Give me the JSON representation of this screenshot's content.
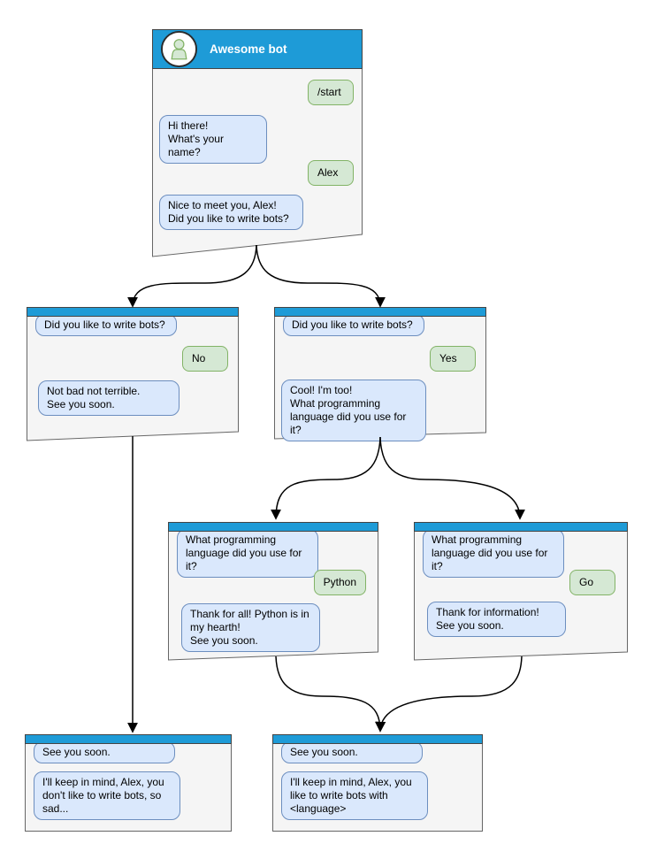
{
  "colors": {
    "header_blue": "#1E9BD7",
    "window_fill": "#F5F5F5",
    "window_border": "#666666",
    "bot_bubble_fill": "#DAE8FC",
    "bot_bubble_border": "#6C8EBF",
    "user_bubble_fill": "#D5E8D4",
    "user_bubble_border": "#82B366",
    "connector": "#000000",
    "title_text": "#FFFFFF"
  },
  "icons": {
    "avatar": "person-icon"
  },
  "windows": {
    "main": {
      "title": "Awesome bot",
      "messages": [
        {
          "from": "user",
          "text": "/start"
        },
        {
          "from": "bot",
          "text": "Hi there!\nWhat's your name?"
        },
        {
          "from": "user",
          "text": "Alex"
        },
        {
          "from": "bot",
          "text": "Nice to meet you, Alex!\nDid you like to write bots?"
        }
      ]
    },
    "branch_no": {
      "messages": [
        {
          "from": "bot",
          "text": "Did you like to write bots?"
        },
        {
          "from": "user",
          "text": "No"
        },
        {
          "from": "bot",
          "text": "Not bad not terrible.\nSee you soon."
        }
      ]
    },
    "branch_yes": {
      "messages": [
        {
          "from": "bot",
          "text": "Did you like to write bots?"
        },
        {
          "from": "user",
          "text": "Yes"
        },
        {
          "from": "bot",
          "text": "Cool! I'm too!\nWhat programming\nlanguage did you use for it?"
        }
      ]
    },
    "branch_python": {
      "messages": [
        {
          "from": "bot",
          "text": "What programming\nlanguage did you use for it?"
        },
        {
          "from": "user",
          "text": "Python"
        },
        {
          "from": "bot",
          "text": "Thank for all! Python is in\nmy hearth!\nSee you soon."
        }
      ]
    },
    "branch_go": {
      "messages": [
        {
          "from": "bot",
          "text": "What programming\nlanguage did you use for it?"
        },
        {
          "from": "user",
          "text": "Go"
        },
        {
          "from": "bot",
          "text": "Thank for information!\nSee you soon."
        }
      ]
    },
    "end_no": {
      "messages": [
        {
          "from": "bot",
          "text": "See you soon."
        },
        {
          "from": "bot",
          "text": "I'll keep in mind, Alex, you\ndon't like to write bots, so\nsad..."
        }
      ]
    },
    "end_language": {
      "messages": [
        {
          "from": "bot",
          "text": "See you soon."
        },
        {
          "from": "bot",
          "text": "I'll keep in mind, Alex, you\nlike to write bots with\n<language>"
        }
      ]
    }
  }
}
